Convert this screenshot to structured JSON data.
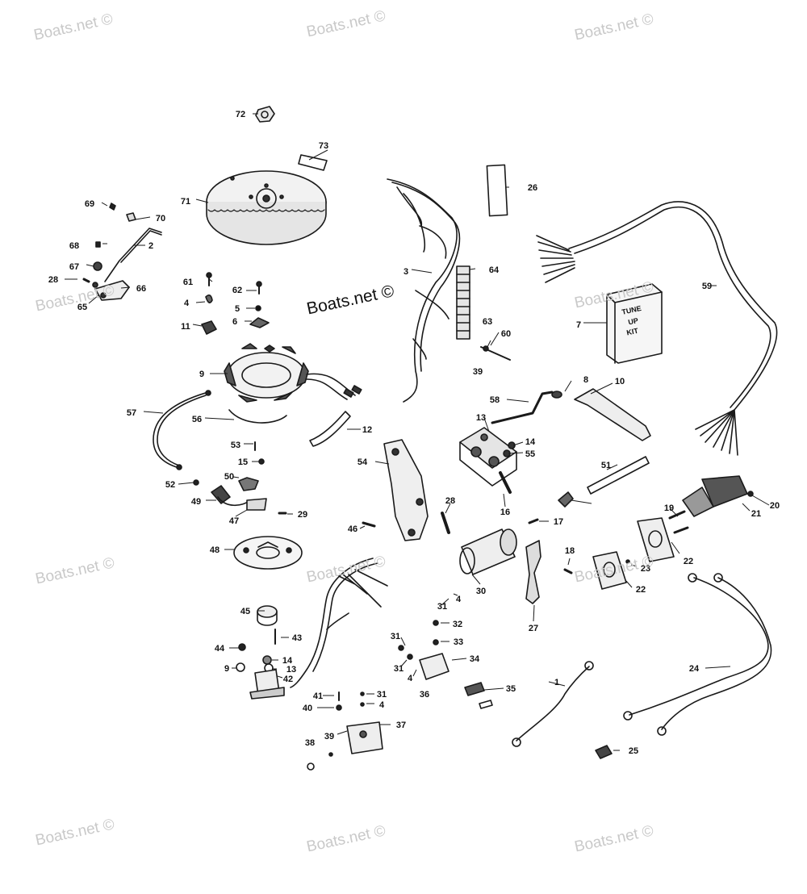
{
  "watermark": "Boats.net ©",
  "tune_up_kit": [
    "TUNE",
    "UP",
    "KIT"
  ],
  "callouts": [
    "72",
    "73",
    "71",
    "26",
    "69",
    "70",
    "68",
    "2",
    "67",
    "28",
    "65",
    "66",
    "3",
    "64",
    "63",
    "60",
    "39",
    "61",
    "62",
    "4",
    "5",
    "11",
    "6",
    "7",
    "59",
    "9",
    "8",
    "10",
    "58",
    "57",
    "56",
    "12",
    "13",
    "14",
    "55",
    "54",
    "53",
    "15",
    "51",
    "52",
    "50",
    "49",
    "47",
    "29",
    "28",
    "16",
    "46",
    "17",
    "48",
    "19",
    "20",
    "21",
    "18",
    "22",
    "23",
    "22",
    "30",
    "27",
    "45",
    "31",
    "4",
    "43",
    "44",
    "14",
    "42",
    "13",
    "9",
    "32",
    "31",
    "33",
    "34",
    "31",
    "4",
    "36",
    "35",
    "1",
    "24",
    "41",
    "31",
    "40",
    "4",
    "39",
    "37",
    "38",
    "25"
  ]
}
